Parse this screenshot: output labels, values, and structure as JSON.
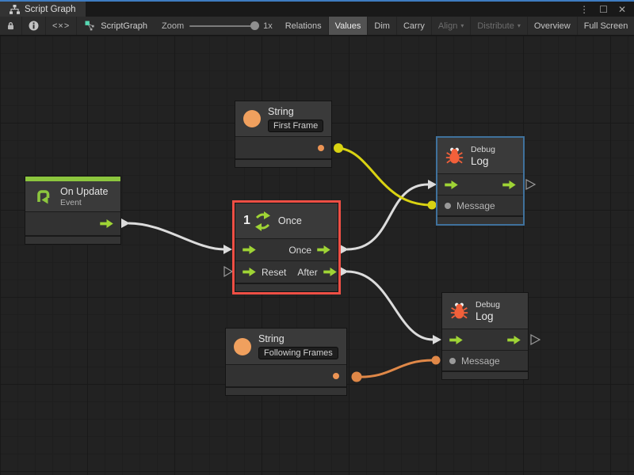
{
  "window": {
    "tab_title": "Script Graph",
    "controls": {
      "menu": "⋮",
      "maximize": "☐",
      "close": "✕"
    }
  },
  "toolbar": {
    "code_button": "<×>",
    "graph_label": "ScriptGraph",
    "zoom_label": "Zoom",
    "zoom_value": "1x",
    "dropdown_icon": "▾",
    "buttons": [
      {
        "label": "Relations",
        "state": "normal"
      },
      {
        "label": "Values",
        "state": "active"
      },
      {
        "label": "Dim",
        "state": "normal"
      },
      {
        "label": "Carry",
        "state": "normal"
      },
      {
        "label": "Align",
        "state": "disabled",
        "dropdown": true
      },
      {
        "label": "Distribute",
        "state": "disabled",
        "dropdown": true
      },
      {
        "label": "Overview",
        "state": "normal"
      },
      {
        "label": "Full Screen",
        "state": "normal"
      }
    ]
  },
  "nodes": {
    "on_update": {
      "title": "On Update",
      "subtitle": "Event"
    },
    "string_first": {
      "title": "String",
      "value": "First Frame"
    },
    "once": {
      "icon_number": "1",
      "title": "Once",
      "ports": {
        "out_once": "Once",
        "in_reset": "Reset",
        "out_after": "After"
      }
    },
    "debug_top": {
      "subtitle": "Debug",
      "title": "Log",
      "input_label": "Message"
    },
    "debug_bottom": {
      "subtitle": "Debug",
      "title": "Log",
      "input_label": "Message"
    },
    "string_following": {
      "title": "String",
      "value": "Following Frames"
    }
  },
  "colors": {
    "flow_green": "#9fd435",
    "header_green": "#8cc63e",
    "string_orange": "#f0a05e",
    "bug_orange": "#f2603a",
    "wire_white": "#dcdcdc",
    "wire_yellow": "#d9d312",
    "wire_orange": "#e08848",
    "selection_red": "#ee4f45",
    "selection_blue": "#3f719c",
    "tab_accent_blue": "#3e7cc1"
  }
}
